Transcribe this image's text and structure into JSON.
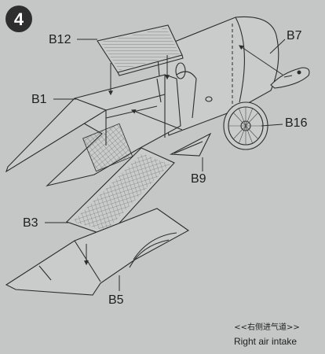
{
  "step": {
    "number": "4"
  },
  "labels": {
    "b12": "B12",
    "b7": "B7",
    "b1": "B1",
    "b16": "B16",
    "b9": "B9",
    "b3": "B3",
    "b5": "B5"
  },
  "caption": {
    "chinese": "<<右侧进气道>>",
    "english": "Right air intake"
  }
}
